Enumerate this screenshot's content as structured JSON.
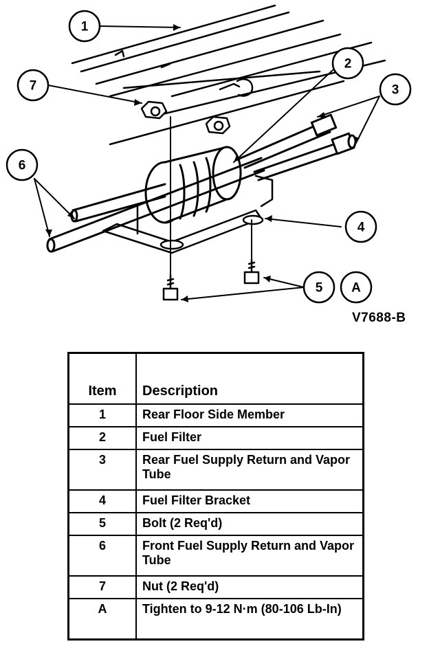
{
  "figure": {
    "id": "V7688-B",
    "callouts": [
      "1",
      "2",
      "3",
      "4",
      "5",
      "6",
      "7",
      "A"
    ]
  },
  "legend": {
    "header_item": "Item",
    "header_description": "Description",
    "rows": [
      {
        "item": "1",
        "description": "Rear Floor Side Member"
      },
      {
        "item": "2",
        "description": "Fuel Filter"
      },
      {
        "item": "3",
        "description": "Rear Fuel Supply Return and Vapor Tube"
      },
      {
        "item": "4",
        "description": "Fuel Filter Bracket"
      },
      {
        "item": "5",
        "description": "Bolt (2 Req'd)"
      },
      {
        "item": "6",
        "description": "Front Fuel Supply Return and Vapor Tube"
      },
      {
        "item": "7",
        "description": "Nut (2 Req'd)"
      },
      {
        "item": "A",
        "description": "Tighten to 9-12 N·m (80-106 Lb-In)"
      }
    ]
  }
}
